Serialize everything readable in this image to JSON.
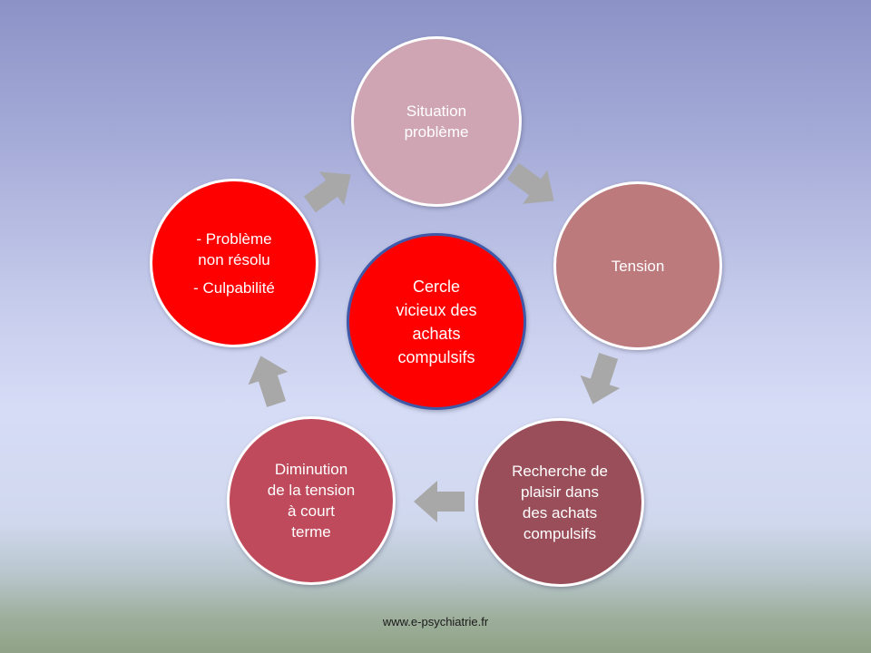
{
  "diagram": {
    "center": {
      "lines": [
        "Cercle",
        "vicieux des",
        "achats",
        "compulsifs"
      ],
      "color": "#ff0000",
      "border_color": "#3f58a8"
    },
    "nodes": {
      "situation": {
        "lines": [
          "Situation",
          "problème"
        ],
        "color": "#cfa5b3"
      },
      "tension": {
        "lines": [
          "Tension"
        ],
        "color": "#bd7a7d"
      },
      "recherche": {
        "lines": [
          "Recherche de",
          "plaisir dans",
          "des achats",
          "compulsifs"
        ],
        "color": "#9a4e5a"
      },
      "diminution": {
        "lines": [
          "Diminution",
          "de la tension",
          "à court",
          "terme"
        ],
        "color": "#bf4a5b"
      },
      "probleme": {
        "lines": [
          "- Problème",
          "non résolu",
          "- Culpabilité"
        ],
        "color": "#ff0000"
      }
    },
    "arrow_color": "#a8a8a8",
    "arrow_icon": "right-arrow-icon"
  },
  "footer": {
    "text": "www.e-psychiatrie.fr"
  }
}
